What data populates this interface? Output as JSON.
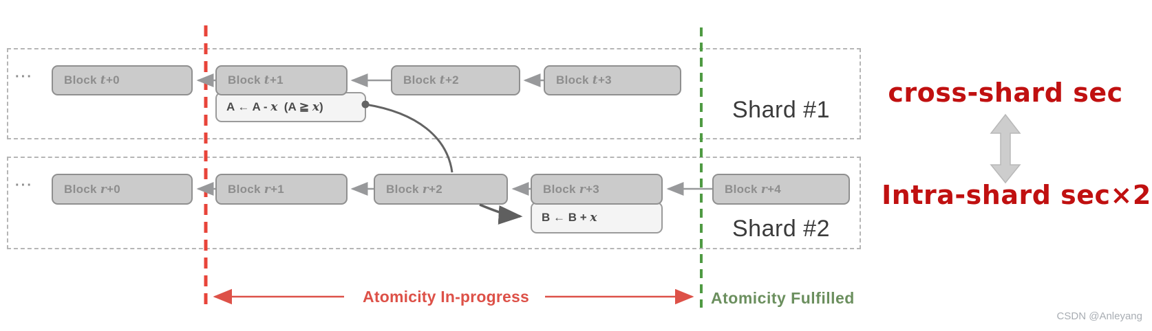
{
  "diagram": {
    "shard1": {
      "label": "Shard #1",
      "ellipsis": "···",
      "blocks": [
        {
          "prefix": "Block",
          "var": "t",
          "suffix": "+0"
        },
        {
          "prefix": "Block",
          "var": "t",
          "suffix": "+1"
        },
        {
          "prefix": "Block",
          "var": "t",
          "suffix": "+2"
        },
        {
          "prefix": "Block",
          "var": "t",
          "suffix": "+3"
        }
      ],
      "note": {
        "p1": "A ← A - ",
        "x1": "x",
        "p2": "  (A ≧ ",
        "x2": "x",
        "p3": ")"
      }
    },
    "shard2": {
      "label": "Shard #2",
      "ellipsis": "···",
      "blocks": [
        {
          "prefix": "Block",
          "var": "r",
          "suffix": "+0"
        },
        {
          "prefix": "Block",
          "var": "r",
          "suffix": "+1"
        },
        {
          "prefix": "Block",
          "var": "r",
          "suffix": "+2"
        },
        {
          "prefix": "Block",
          "var": "r",
          "suffix": "+3"
        },
        {
          "prefix": "Block",
          "var": "r",
          "suffix": "+4"
        }
      ],
      "note": {
        "p1": "B ← B + ",
        "x1": "x"
      }
    },
    "timeline": {
      "in_progress_label": "Atomicity In-progress",
      "fulfilled_label": "Atomicity Fulfilled"
    },
    "annotations": {
      "cross_shard": "cross-shard sec",
      "intra_shard": "Intra-shard sec×2",
      "updown_arrow_icon": "double-headed-vertical-arrow"
    },
    "watermark": "CSDN @Anleyang",
    "colors": {
      "red_dashed_line": "#e8443a",
      "green_dashed_line": "#4f9b43",
      "annotation_red_text": "#c01010",
      "in_progress_red": "#dd5148",
      "fulfilled_green": "#6b8f5e",
      "block_fill": "#cbcbcb",
      "block_border": "#8f8f8f",
      "note_fill": "#f4f4f4",
      "connector_gray": "#5f5f5f",
      "shard_border": "#b5b5b5"
    }
  }
}
